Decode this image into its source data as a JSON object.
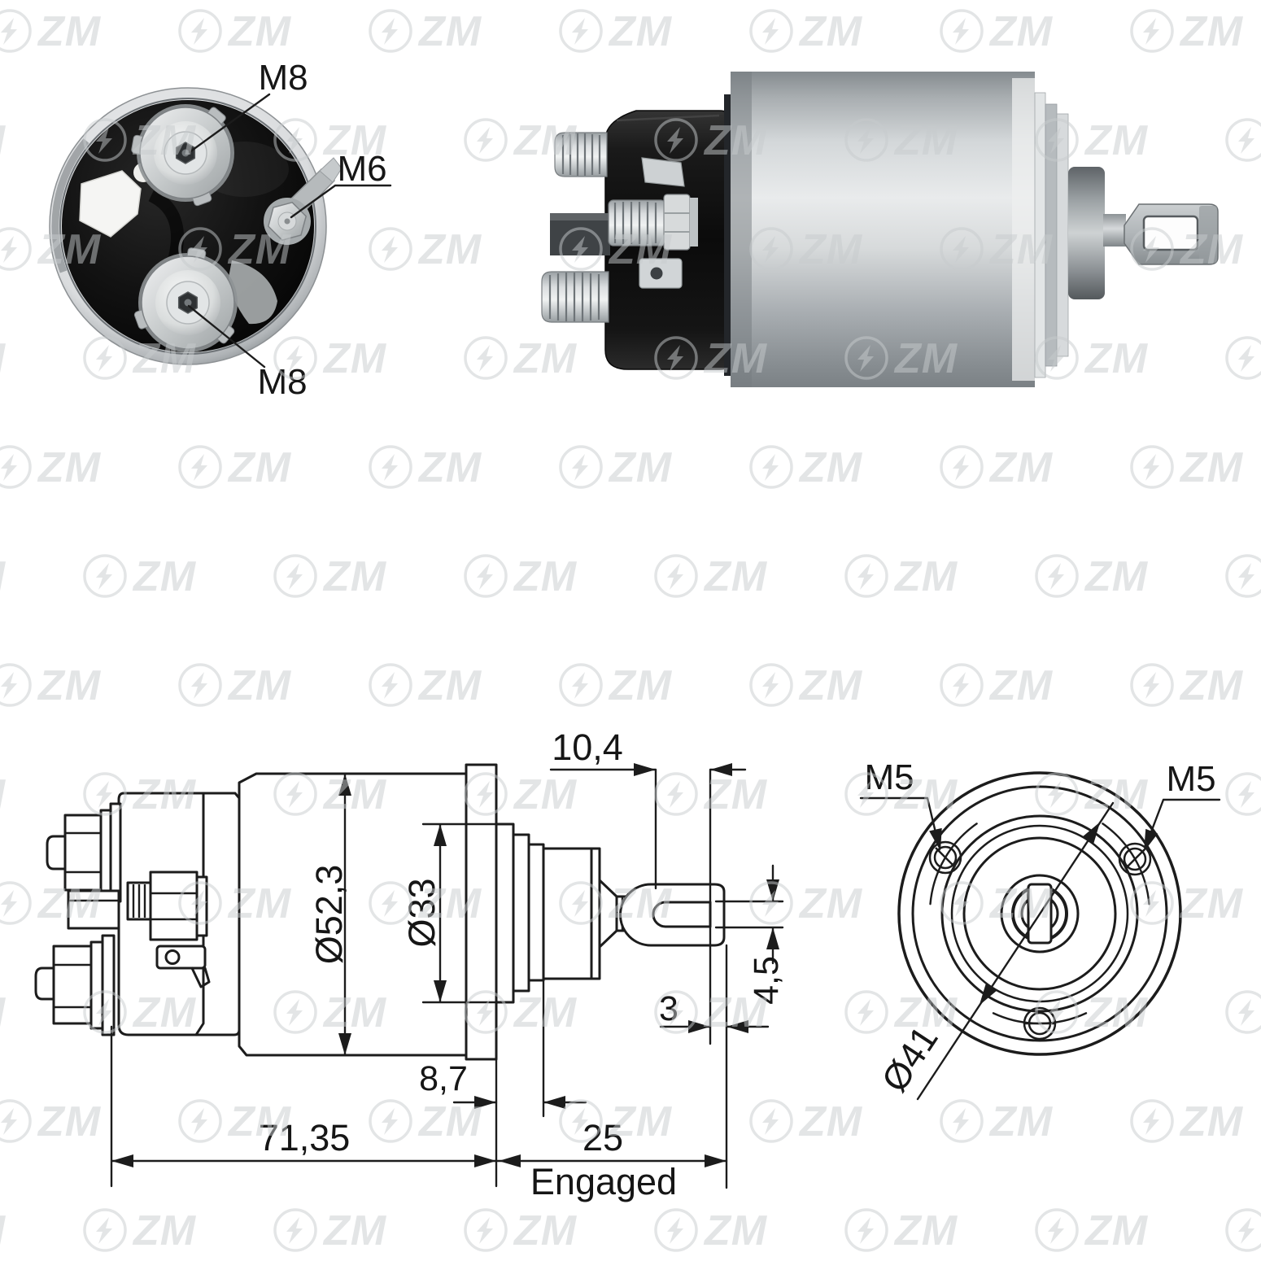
{
  "sheet": {
    "watermark": {
      "text": "ZM"
    },
    "rear_view": {
      "label_top": "M8",
      "label_side": "M6",
      "label_bottom": "M8"
    },
    "side_drawing": {
      "dim_slot_length": "10,4",
      "dim_body_dia": "Ø52,3",
      "dim_neck_dia": "Ø33",
      "dim_slot_height": "4,5",
      "dim_end_wall": "3",
      "dim_neck_length": "8,7",
      "dim_overall_length": "71,35",
      "dim_travel": "25",
      "dim_travel_note": "Engaged"
    },
    "front_drawing": {
      "label_hole_left": "M5",
      "label_hole_right": "M5",
      "dim_bolt_circle": "Ø41"
    }
  }
}
